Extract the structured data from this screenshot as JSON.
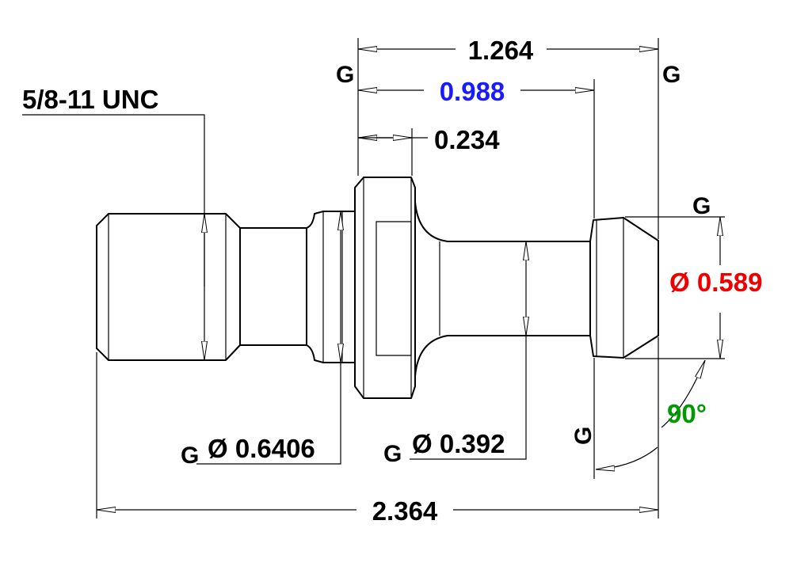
{
  "diagram": {
    "thread_spec": "5/8-11 UNC",
    "overall_length": "2.364",
    "length_1": "1.264",
    "length_2": "0.988",
    "flange_width": "0.234",
    "head_diameter": "Ø 0.589",
    "collar_diameter": "Ø 0.6406",
    "shank_diameter": "Ø 0.392",
    "cone_angle": "90°",
    "gdt_symbol": "G",
    "colors": {
      "line": "#000000",
      "length_2": "#1a1aff",
      "head_diameter": "#ee0000",
      "cone_angle": "#009900"
    }
  }
}
